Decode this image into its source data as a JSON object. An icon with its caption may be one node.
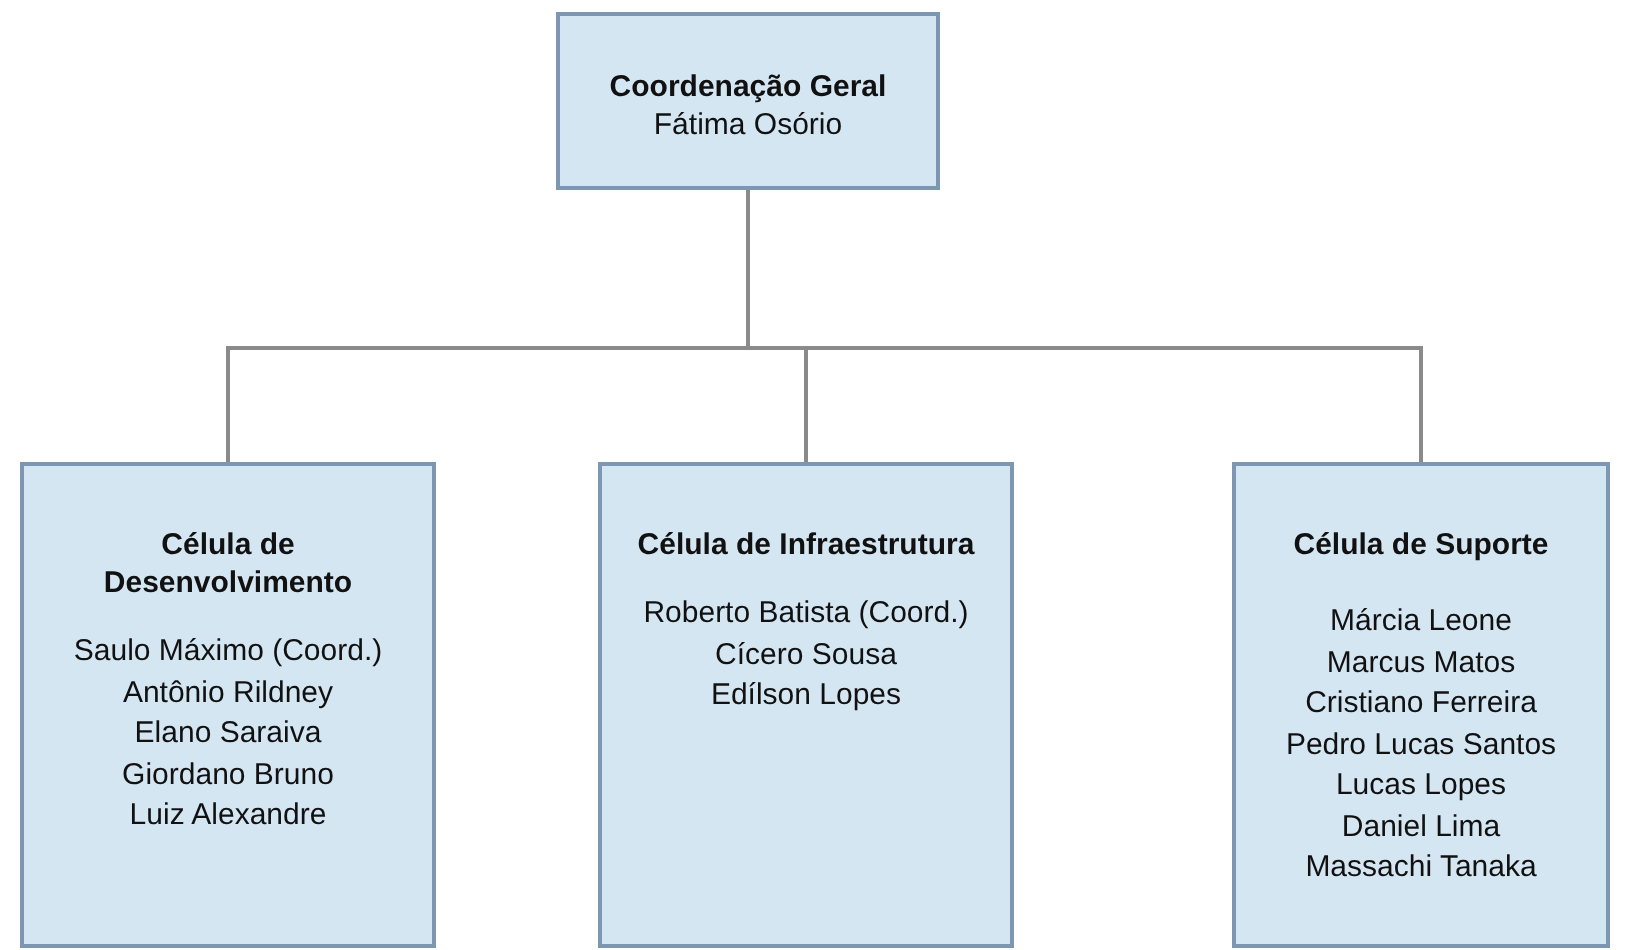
{
  "diagram": {
    "nodes": [
      {
        "text": [
          "Coordenação Geral",
          "Fátima Osório"
        ]
      },
      {
        "text": [
          "Célula de Desenvolvimento",
          "Saulo Máximo (Coord.)",
          "Antônio Rildney",
          "Elano Saraiva",
          "Giordano Bruno",
          "Luiz Alexandre"
        ]
      },
      {
        "text": [
          "Célula de Infraestrutura",
          "Roberto Batista (Coord.)",
          "Cícero Sousa",
          "Edílson Lopes"
        ]
      },
      {
        "text": [
          "Célula de Suporte",
          "Márcia Leone",
          "Marcus Matos",
          "Cristiano Ferreira",
          "Pedro Lucas Santos",
          "Lucas Lopes",
          "Daniel Lima",
          "Massachi Tanaka"
        ]
      }
    ],
    "edges": [
      {
        "from": 0,
        "to": 1,
        "arrow": "none"
      },
      {
        "from": 0,
        "to": 2,
        "arrow": "none"
      },
      {
        "from": 0,
        "to": 3,
        "arrow": "none"
      }
    ]
  }
}
